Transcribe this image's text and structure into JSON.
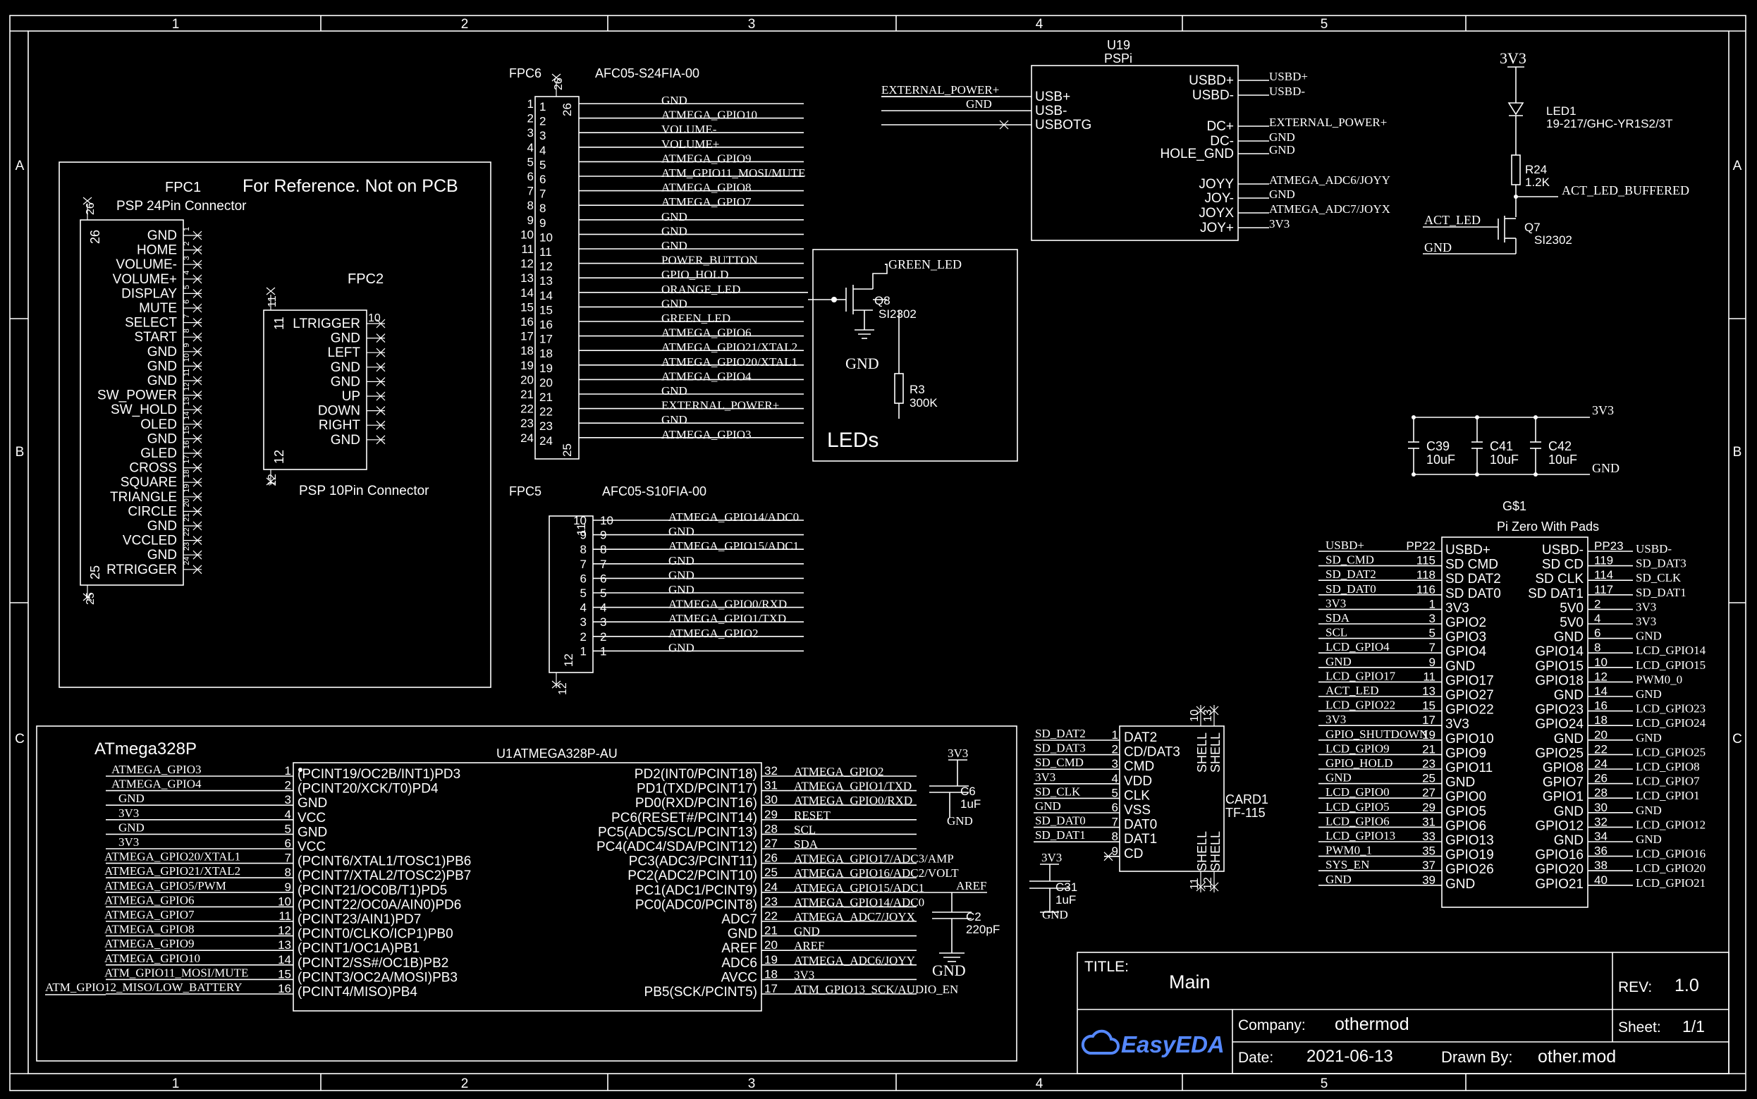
{
  "frame": {
    "cols": [
      "1",
      "2",
      "3",
      "4",
      "5"
    ],
    "rows": [
      "A",
      "B",
      "C"
    ]
  },
  "fpc1": {
    "designator": "FPC1",
    "name": "PSP 24Pin Connector",
    "note": "For Reference. Not on PCB",
    "pin_top": "26",
    "pin_bottom": "25",
    "inner_top": "26",
    "inner_bottom": "25",
    "pins": [
      "GND",
      "HOME",
      "VOLUME-",
      "VOLUME+",
      "DISPLAY",
      "MUTE",
      "SELECT",
      "START",
      "GND",
      "GND",
      "GND",
      "SW_POWER",
      "SW_HOLD",
      "OLED",
      "GND",
      "GLED",
      "CROSS",
      "SQUARE",
      "TRIANGLE",
      "CIRCLE",
      "GND",
      "VCCLED",
      "GND",
      "RTRIGGER"
    ]
  },
  "fpc2": {
    "designator": "FPC2",
    "name": "PSP 10Pin Connector",
    "pin_top": "11",
    "pin_bottom": "12",
    "inner_top": "11",
    "inner_bottom": "12",
    "first_pin": "10",
    "pins": [
      "LTRIGGER",
      "GND",
      "LEFT",
      "GND",
      "GND",
      "UP",
      "DOWN",
      "RIGHT",
      "GND"
    ]
  },
  "fpc6": {
    "designator": "FPC6",
    "part": "AFC05-S24FIA-00",
    "pin_top": "26",
    "pin_bottom": "25",
    "nets": [
      "GND",
      "ATMEGA_GPIO10",
      "VOLUME-",
      "VOLUME+",
      "ATMEGA_GPIO9",
      "ATM_GPIO11_MOSI/MUTE",
      "ATMEGA_GPIO8",
      "ATMEGA_GPIO7",
      "GND",
      "GND",
      "GND",
      "POWER_BUTTON",
      "GPIO_HOLD",
      "ORANGE_LED",
      "GND",
      "GREEN_LED",
      "ATMEGA_GPIO6",
      "ATMEGA_GPIO21/XTAL2",
      "ATMEGA_GPIO20/XTAL1",
      "ATMEGA_GPIO4",
      "GND",
      "EXTERNAL_POWER+",
      "GND",
      "ATMEGA_GPIO3"
    ]
  },
  "fpc5": {
    "designator": "FPC5",
    "part": "AFC05-S10FIA-00",
    "pin_top": "11",
    "pin_bottom": "12",
    "nets": [
      "ATMEGA_GPIO14/ADC0",
      "GND",
      "ATMEGA_GPIO15/ADC1",
      "GND",
      "GND",
      "GND",
      "ATMEGA_GPIO0/RXD",
      "ATMEGA_GPIO1/TXD",
      "ATMEGA_GPIO2",
      "GND"
    ]
  },
  "leds_block": {
    "title": "LEDs",
    "net_top": "GREEN_LED",
    "q_name": "Q8",
    "q_part": "SI2302",
    "gnd": "GND",
    "r_name": "R3",
    "r_value": "300K"
  },
  "u19": {
    "designator": "U19",
    "name": "PSPi",
    "left_nets": [
      "EXTERNAL_POWER+",
      "GND"
    ],
    "left_pins": [
      "USB+",
      "USB-",
      "USBOTG"
    ],
    "right_pins": [
      "USBD+",
      "USBD-",
      "DC+",
      "DC-",
      "HOLE_GND",
      "JOYY",
      "JOY-",
      "JOYX",
      "JOY+"
    ],
    "right_nets": [
      "USBD+",
      "USBD-",
      "EXTERNAL_POWER+",
      "GND",
      "GND",
      "ATMEGA_ADC6/JOYY",
      "GND",
      "ATMEGA_ADC7/JOYX",
      "3V3"
    ]
  },
  "act_led": {
    "rail": "3V3",
    "led_name": "LED1",
    "led_part": "19-217/GHC-YR1S2/3T",
    "r_name": "R24",
    "r_value": "1.2K",
    "out_net": "ACT_LED_BUFFERED",
    "in_net": "ACT_LED",
    "gnd": "GND",
    "q_name": "Q7",
    "q_part": "SI2302"
  },
  "caps": {
    "rail": "3V3",
    "gnd": "GND",
    "items": [
      {
        "name": "C39",
        "value": "10uF"
      },
      {
        "name": "C41",
        "value": "10uF"
      },
      {
        "name": "C42",
        "value": "10uF"
      }
    ]
  },
  "pizero": {
    "designator": "G$1",
    "name": "Pi Zero With Pads",
    "left_nets": [
      "USBD+",
      "SD_CMD",
      "SD_DAT2",
      "SD_DAT0",
      "3V3",
      "SDA",
      "SCL",
      "LCD_GPIO4",
      "GND",
      "LCD_GPIO17",
      "ACT_LED",
      "LCD_GPIO22",
      "3V3",
      "GPIO_SHUTDOWN",
      "LCD_GPIO9",
      "GPIO_HOLD",
      "GND",
      "LCD_GPIO0",
      "LCD_GPIO5",
      "LCD_GPIO6",
      "LCD_GPIO13",
      "PWM0_1",
      "SYS_EN",
      "GND"
    ],
    "left_nums": [
      "PP22",
      "115",
      "118",
      "116",
      "1",
      "3",
      "5",
      "7",
      "9",
      "11",
      "13",
      "15",
      "17",
      "19",
      "21",
      "23",
      "25",
      "27",
      "29",
      "31",
      "33",
      "35",
      "37",
      "39"
    ],
    "left_pins": [
      "USBD+",
      "SD CMD",
      "SD DAT2",
      "SD DAT0",
      "3V3",
      "GPIO2",
      "GPIO3",
      "GPIO4",
      "GND",
      "GPIO17",
      "GPIO27",
      "GPIO22",
      "3V3",
      "GPIO10",
      "GPIO9",
      "GPIO11",
      "GND",
      "GPIO0",
      "GPIO5",
      "GPIO6",
      "GPIO13",
      "GPIO19",
      "GPIO26",
      "GND"
    ],
    "right_pins": [
      "USBD-",
      "SD CD",
      "SD CLK",
      "SD DAT1",
      "5V0",
      "5V0",
      "GND",
      "GPIO14",
      "GPIO15",
      "GPIO18",
      "GND",
      "GPIO23",
      "GPIO24",
      "GND",
      "GPIO25",
      "GPIO8",
      "GPIO7",
      "GPIO1",
      "GND",
      "GPIO12",
      "GND",
      "GPIO16",
      "GPIO20",
      "GPIO21"
    ],
    "right_nums": [
      "PP23",
      "119",
      "114",
      "117",
      "2",
      "4",
      "6",
      "8",
      "10",
      "12",
      "14",
      "16",
      "18",
      "20",
      "22",
      "24",
      "26",
      "28",
      "30",
      "32",
      "34",
      "36",
      "38",
      "40"
    ],
    "right_nets": [
      "USBD-",
      "SD_DAT3",
      "SD_CLK",
      "SD_DAT1",
      "3V3",
      "3V3",
      "GND",
      "LCD_GPIO14",
      "LCD_GPIO15",
      "PWM0_0",
      "GND",
      "LCD_GPIO23",
      "LCD_GPIO24",
      "GND",
      "LCD_GPIO25",
      "LCD_GPIO8",
      "LCD_GPIO7",
      "LCD_GPIO1",
      "GND",
      "LCD_GPIO12",
      "GND",
      "LCD_GPIO16",
      "LCD_GPIO20",
      "LCD_GPIO21"
    ]
  },
  "card1": {
    "designator": "CARD1",
    "part": "TF-115",
    "nets": [
      "SD_DAT2",
      "SD_DAT3",
      "SD_CMD",
      "3V3",
      "SD_CLK",
      "GND",
      "SD_DAT0",
      "SD_DAT1"
    ],
    "pins": [
      "DAT2",
      "CD/DAT3",
      "CMD",
      "VDD",
      "CLK",
      "VSS",
      "DAT0",
      "DAT1",
      "CD"
    ],
    "nums": [
      "1",
      "2",
      "3",
      "4",
      "5",
      "6",
      "7",
      "8",
      "9"
    ],
    "shell_label": "SHELL",
    "shell_nums": [
      "10",
      "13",
      "11",
      "12"
    ],
    "c_rail": "3V3",
    "c_name": "C31",
    "c_value": "1uF",
    "c_gnd": "GND"
  },
  "atmega": {
    "block_title": "ATmega328P",
    "designator": "U1",
    "part": "ATMEGA328P-AU",
    "left_nets": [
      "ATMEGA_GPIO3",
      "ATMEGA_GPIO4",
      "GND",
      "3V3",
      "GND",
      "3V3",
      "ATMEGA_GPIO20/XTAL1",
      "ATMEGA_GPIO21/XTAL2",
      "ATMEGA_GPIO5/PWM",
      "ATMEGA_GPIO6",
      "ATMEGA_GPIO7",
      "ATMEGA_GPIO8",
      "ATMEGA_GPIO9",
      "ATMEGA_GPIO10",
      "ATM_GPIO11_MOSI/MUTE",
      "ATM_GPIO12_MISO/LOW_BATTERY"
    ],
    "left_pins": [
      "(PCINT19/OC2B/INT1)PD3",
      "(PCINT20/XCK/T0)PD4",
      "GND",
      "VCC",
      "GND",
      "VCC",
      "(PCINT6/XTAL1/TOSC1)PB6",
      "(PCINT7/XTAL2/TOSC2)PB7",
      "(PCINT21/OC0B/T1)PD5",
      "(PCINT22/OC0A/AIN0)PD6",
      "(PCINT23/AIN1)PD7",
      "(PCINT0/CLKO/ICP1)PB0",
      "(PCINT1/OC1A)PB1",
      "(PCINT2/SS#/OC1B)PB2",
      "(PCINT3/OC2A/MOSI)PB3",
      "(PCINT4/MISO)PB4"
    ],
    "left_nums": [
      "1",
      "2",
      "3",
      "4",
      "5",
      "6",
      "7",
      "8",
      "9",
      "10",
      "11",
      "12",
      "13",
      "14",
      "15",
      "16"
    ],
    "right_pins": [
      "PD2(INT0/PCINT18)",
      "PD1(TXD/PCINT17)",
      "PD0(RXD/PCINT16)",
      "PC6(RESET#/PCINT14)",
      "PC5(ADC5/SCL/PCINT13)",
      "PC4(ADC4/SDA/PCINT12)",
      "PC3(ADC3/PCINT11)",
      "PC2(ADC2/PCINT10)",
      "PC1(ADC1/PCINT9)",
      "PC0(ADC0/PCINT8)",
      "ADC7",
      "GND",
      "AREF",
      "ADC6",
      "AVCC",
      "PB5(SCK/PCINT5)"
    ],
    "right_nums": [
      "32",
      "31",
      "30",
      "29",
      "28",
      "27",
      "26",
      "25",
      "24",
      "23",
      "22",
      "21",
      "20",
      "19",
      "18",
      "17"
    ],
    "right_nets": [
      "ATMEGA_GPIO2",
      "ATMEGA_GPIO1/TXD",
      "ATMEGA_GPIO0/RXD",
      "RESET",
      "SCL",
      "SDA",
      "ATMEGA_GPIO17/ADC3/AMP",
      "ATMEGA_GPIO16/ADC2/VOLT",
      "ATMEGA_GPIO15/ADC1",
      "ATMEGA_GPIO14/ADC0",
      "ATMEGA_ADC7/JOYX",
      "GND",
      "AREF",
      "ATMEGA_ADC6/JOYY",
      "3V3",
      "ATM_GPIO13_SCK/AUDIO_EN"
    ],
    "c6_rail": "3V3",
    "c6_name": "C6",
    "c6_value": "1uF",
    "c6_gnd": "GND",
    "c2_net": "AREF",
    "c2_name": "C2",
    "c2_value": "220pF",
    "c2_gnd": "GND"
  },
  "titleblock": {
    "title_label": "TITLE:",
    "title": "Main",
    "rev_label": "REV:",
    "rev": "1.0",
    "company_label": "Company:",
    "company": "othermod",
    "sheet_label": "Sheet:",
    "sheet": "1/1",
    "date_label": "Date:",
    "date": "2021-06-13",
    "drawn_label": "Drawn By:",
    "drawn": "other.mod",
    "logo": "EasyEDA",
    "logo_color": "#5588ff"
  }
}
